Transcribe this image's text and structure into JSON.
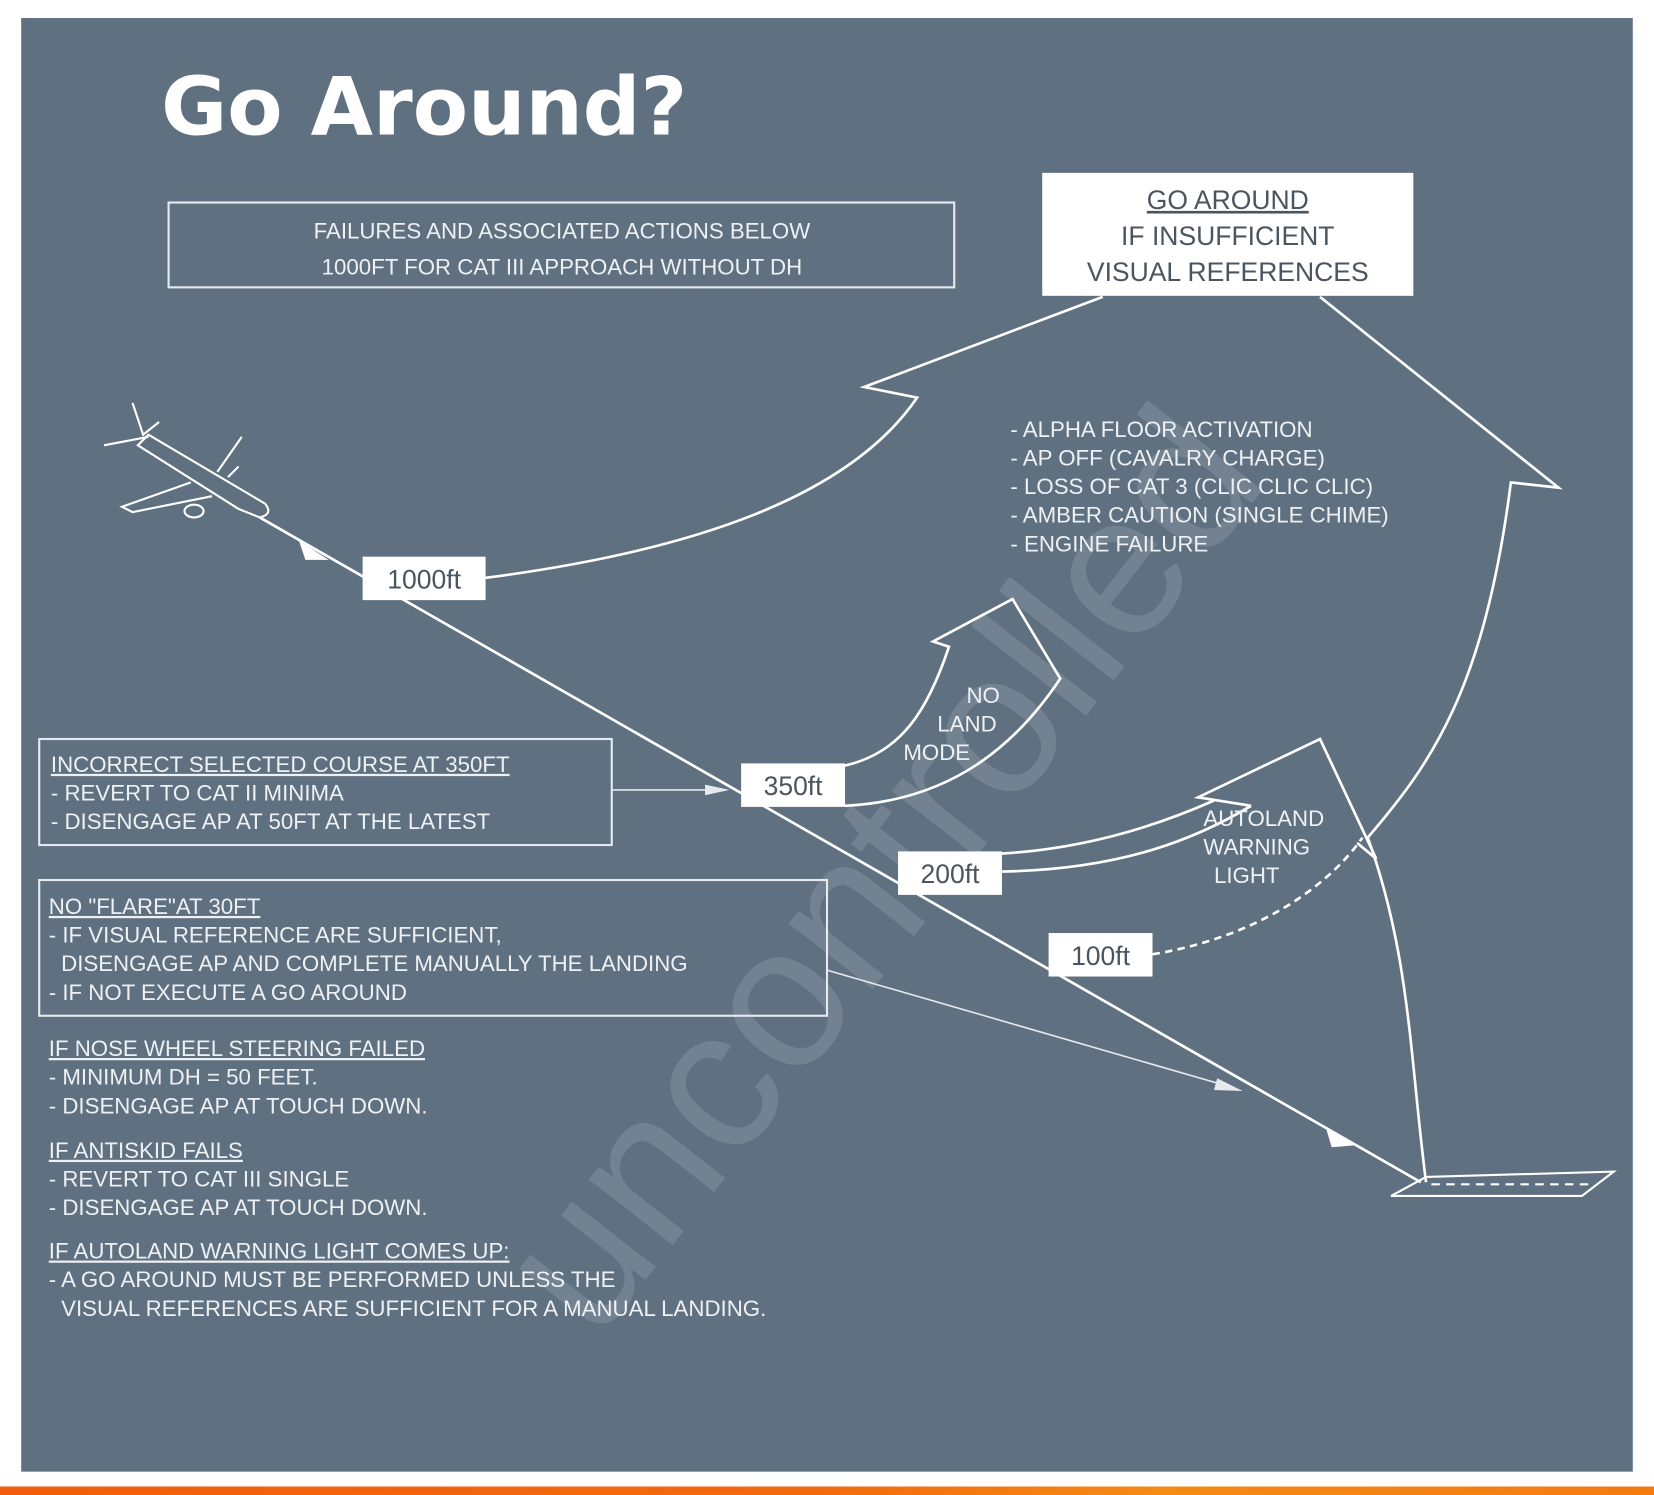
{
  "title": "Go Around?",
  "colors": {
    "background": "#5f7080",
    "foreground": "#ffffff",
    "accent_bar": "#f26a10"
  },
  "header_box": {
    "lines": [
      "FAILURES AND ASSOCIATED ACTIONS BELOW",
      "1000FT FOR CAT III APPROACH WITHOUT DH"
    ]
  },
  "go_around_box": {
    "lines": [
      "GO AROUND",
      "IF INSUFFICIENT",
      "VISUAL REFERENCES"
    ]
  },
  "failures_list": [
    "- ALPHA FLOOR ACTIVATION",
    "- AP OFF (CAVALRY CHARGE)",
    "- LOSS OF CAT 3 (CLIC CLIC CLIC)",
    "- AMBER CAUTION (SINGLE CHIME)",
    "- ENGINE FAILURE"
  ],
  "altitudes": [
    "1000ft",
    "350ft",
    "200ft",
    "100ft"
  ],
  "no_land_mode": [
    "NO",
    "LAND",
    "MODE"
  ],
  "autoland_warning": [
    "AUTOLAND",
    "WARNING",
    "LIGHT"
  ],
  "course_box": {
    "heading": "INCORRECT SELECTED COURSE AT 350FT",
    "lines": [
      "- REVERT TO CAT II MINIMA",
      "- DISENGAGE AP AT 50FT AT THE LATEST"
    ]
  },
  "flare_box": {
    "heading": "NO \"FLARE\"AT 30FT",
    "lines": [
      "- IF VISUAL REFERENCE ARE SUFFICIENT,",
      "  DISENGAGE AP AND COMPLETE MANUALLY THE LANDING",
      "- IF NOT EXECUTE A GO AROUND"
    ]
  },
  "nose_wheel": {
    "heading": "IF NOSE WHEEL STEERING FAILED",
    "lines": [
      "- MINIMUM DH = 50 FEET.",
      "- DISENGAGE AP AT TOUCH DOWN."
    ]
  },
  "antiskid": {
    "heading": "IF ANTISKID FAILS",
    "lines": [
      "- REVERT TO CAT III SINGLE",
      "- DISENGAGE AP AT TOUCH DOWN."
    ]
  },
  "autoland_light": {
    "heading": "IF AUTOLAND WARNING LIGHT COMES UP:",
    "lines": [
      "- A GO AROUND MUST BE PERFORMED UNLESS THE",
      "  VISUAL REFERENCES ARE SUFFICIENT FOR A MANUAL LANDING."
    ]
  },
  "watermark": "uncontrolled",
  "icons": [
    "airplane-icon",
    "runway-icon"
  ]
}
